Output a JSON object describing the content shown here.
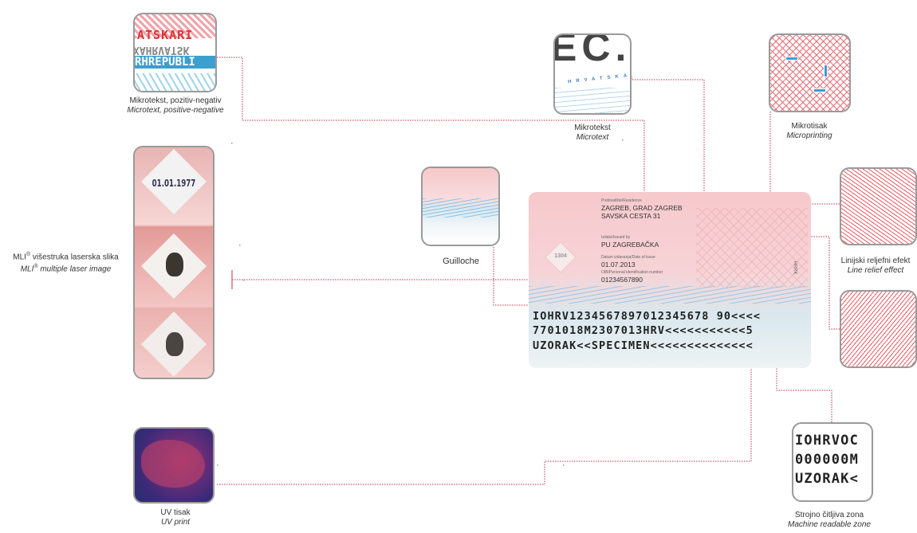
{
  "features": {
    "microtext_pn": {
      "hr": "Mikrotekst, pozitiv-negativ",
      "en": "Microtext, positive-negative",
      "snippet": [
        "ATSKARI",
        "XAHRVATSK",
        "RHREPUBLI"
      ]
    },
    "mli": {
      "hr": "višestruka laserska slika",
      "en": "multiple laser image",
      "mark": "MLI",
      "sup": "®",
      "date_sample": "01.01.1977"
    },
    "uv": {
      "hr": "UV tisak",
      "en": "UV print"
    },
    "guilloche": {
      "hr": "Guilloche"
    },
    "microtext": {
      "hr": "Mikrotekst",
      "en": "Microtext",
      "big": "EC.",
      "small": "HRVATSKA"
    },
    "microprinting": {
      "hr": "Mikrotisak",
      "en": "Microprinting"
    },
    "line_relief": {
      "hr": "Linijski reljefni efekt",
      "en": "Line relief effect"
    },
    "mrz_zone": {
      "hr": "Strojno čitljiva zona",
      "en": "Machine readable zone",
      "lines": [
        "IOHRVOC",
        "000000M",
        "UZORAK<"
      ]
    }
  },
  "card": {
    "residence_label": "Prebivalište/Residence",
    "residence_line1": "ZAGREB, GRAD ZAGREB",
    "residence_line2": "SAVSKA CESTA 31",
    "issued_label": "Izdalo/Issued by",
    "issued_value": "PU ZAGREBAČKA",
    "date_label": "Datum izdavanja/Date of issue",
    "date_value": "01.07.2013",
    "oib_label": "OIB/Personal identification number",
    "oib_value": "01234567890",
    "side_text": "HRRK",
    "mli_small": "1304",
    "mrz": [
      "IOHRV1234567897012345678 90<<<<",
      "7701018M2307013HRV<<<<<<<<<<<5",
      "UZORAK<<SPECIMEN<<<<<<<<<<<<<<"
    ]
  }
}
